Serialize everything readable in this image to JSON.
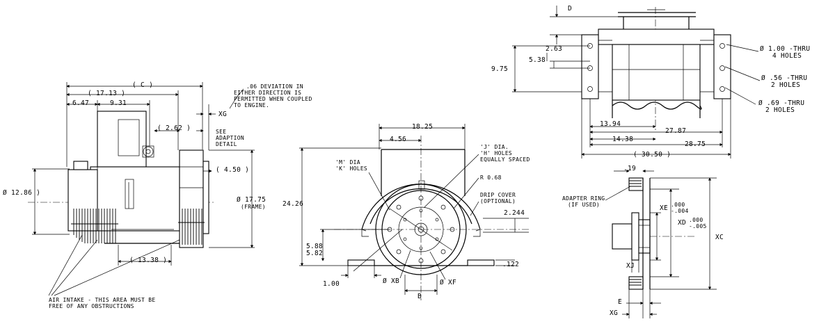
{
  "side_view": {
    "dim_c": "( C )",
    "dim_1713": "( 17.13 )",
    "dim_647": "6.47",
    "dim_931": "9.31",
    "dim_262": "( 2.62 )",
    "dim_450": "( 4.50 )",
    "dim_1286": "Ø 12.86 )",
    "dim_1775": "Ø 17.75",
    "dim_frame": "(FRAME)",
    "dim_1338": "( 13.38 )",
    "xg": "XG",
    "see_adaption": "SEE",
    "see_adaption_2": "ADAPTION",
    "see_adaption_3": "DETAIL",
    "deviation_1": ".06 DEVIATION IN",
    "deviation_2": "EITHER DIRECTION IS",
    "deviation_3": "PERMITTED WHEN COUPLED",
    "deviation_4": "TO ENGINE.",
    "air_intake_1": "AIR INTAKE - THIS AREA MUST BE",
    "air_intake_2": "FREE OF ANY OBSTRUCTIONS"
  },
  "end_view": {
    "dim_1825": "18.25",
    "dim_456": "4.56",
    "dim_2426": "24.26",
    "m_dia_1": "'M' DIA",
    "m_dia_2": "'K' HOLES",
    "j_dia_1": "'J' DIA.",
    "j_dia_2": "'H' HOLES",
    "j_dia_3": "EQUALLY SPACED",
    "r068": "R 0.68",
    "drip_1": "DRIP COVER",
    "drip_2": "(OPTIONAL)",
    "dim_2244": "2.244",
    "dim_588": "5.88",
    "dim_582": "5.82",
    "dim_122": ".122",
    "dim_100": "1.00",
    "xb": "Ø XB",
    "xf": "Ø XF",
    "b": "B"
  },
  "top_view": {
    "d": "D",
    "dim_263": "2.63",
    "dim_538": "5.38",
    "dim_975": "9.75",
    "dim_1394": "13.94",
    "dim_2787": "27.87",
    "dim_1438": "14.38",
    "dim_2875": "28.75",
    "dim_3050": "( 30.50 )",
    "h1_1": "Ø 1.00 -THRU",
    "h1_2": "4 HOLES",
    "h2_1": "Ø .56 -THRU",
    "h2_2": "2 HOLES",
    "h3_1": "Ø .69 -THRU",
    "h3_2": "2 HOLES"
  },
  "adapter_detail": {
    "dim_19": ".19",
    "adapter_1": "ADAPTER RING",
    "adapter_2": "(IF USED)",
    "xe": "XE",
    "xe_tol_1": ".000",
    "xe_tol_2": "-.004",
    "xd": "XD",
    "xd_tol_1": ".000",
    "xd_tol_2": "-.005",
    "xc": "XC",
    "xj": "XJ",
    "e": "E",
    "xg": "XG"
  }
}
